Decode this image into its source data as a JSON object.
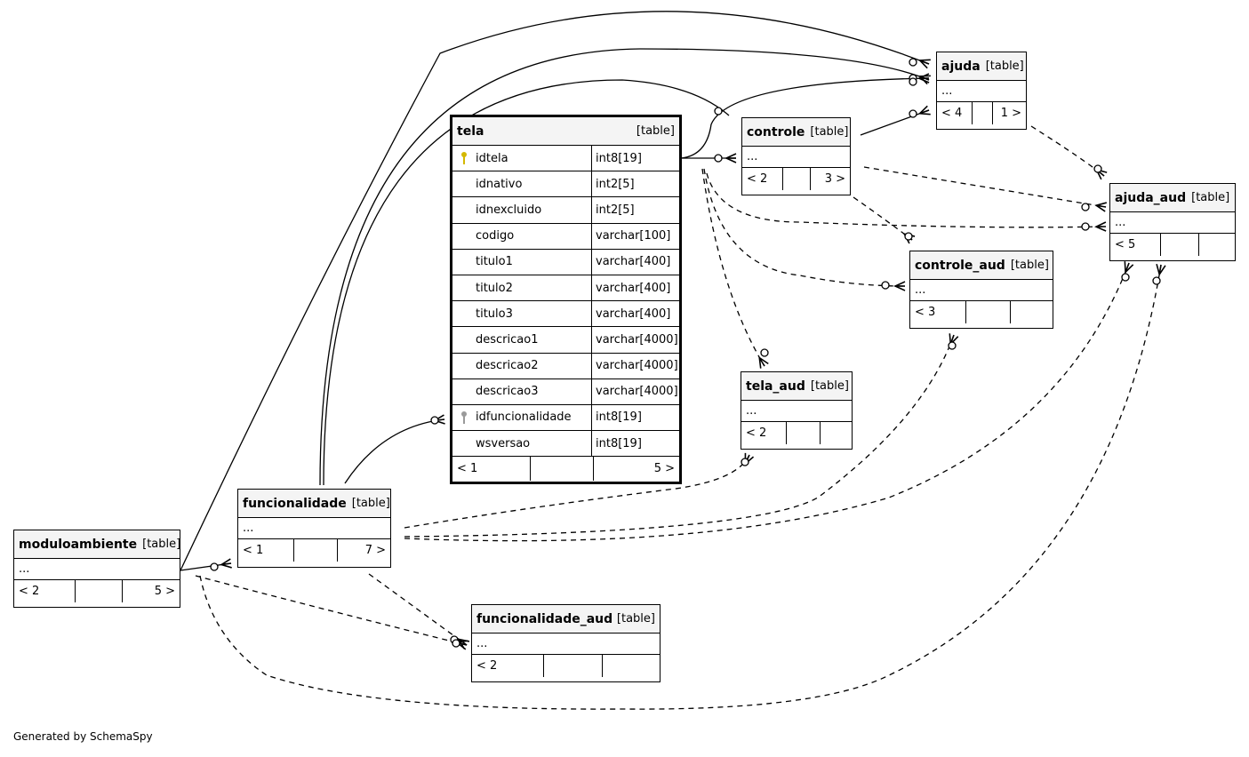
{
  "tela": {
    "name": "tela",
    "tag": "[table]",
    "columns": [
      {
        "name": "idtela",
        "type": "int8[19]",
        "key": "primary"
      },
      {
        "name": "idnativo",
        "type": "int2[5]",
        "key": ""
      },
      {
        "name": "idnexcluido",
        "type": "int2[5]",
        "key": ""
      },
      {
        "name": "codigo",
        "type": "varchar[100]",
        "key": ""
      },
      {
        "name": "titulo1",
        "type": "varchar[400]",
        "key": ""
      },
      {
        "name": "titulo2",
        "type": "varchar[400]",
        "key": ""
      },
      {
        "name": "titulo3",
        "type": "varchar[400]",
        "key": ""
      },
      {
        "name": "descricao1",
        "type": "varchar[4000]",
        "key": ""
      },
      {
        "name": "descricao2",
        "type": "varchar[4000]",
        "key": ""
      },
      {
        "name": "descricao3",
        "type": "varchar[4000]",
        "key": ""
      },
      {
        "name": "idfuncionalidade",
        "type": "int8[19]",
        "key": "foreign"
      },
      {
        "name": "wsversao",
        "type": "int8[19]",
        "key": ""
      }
    ],
    "parents": "< 1",
    "children": "5 >"
  },
  "ajuda": {
    "name": "ajuda",
    "tag": "[table]",
    "dots": "...",
    "parents": "< 4",
    "children": "1 >"
  },
  "controle": {
    "name": "controle",
    "tag": "[table]",
    "dots": "...",
    "parents": "< 2",
    "children": "3 >"
  },
  "ajuda_aud": {
    "name": "ajuda_aud",
    "tag": "[table]",
    "dots": "...",
    "parents": "< 5",
    "children": ""
  },
  "controle_aud": {
    "name": "controle_aud",
    "tag": "[table]",
    "dots": "...",
    "parents": "< 3",
    "children": ""
  },
  "tela_aud": {
    "name": "tela_aud",
    "tag": "[table]",
    "dots": "...",
    "parents": "< 2",
    "children": ""
  },
  "funcionalidade": {
    "name": "funcionalidade",
    "tag": "[table]",
    "dots": "...",
    "parents": "< 1",
    "children": "7 >"
  },
  "moduloambiente": {
    "name": "moduloambiente",
    "tag": "[table]",
    "dots": "...",
    "parents": "< 2",
    "children": "5 >"
  },
  "funcionalidade_aud": {
    "name": "funcionalidade_aud",
    "tag": "[table]",
    "dots": "...",
    "parents": "< 2",
    "children": ""
  },
  "colors": {
    "primary_key": "#d4b800",
    "foreign_key": "#9a9a9a",
    "header_bg": "#f4f4f4",
    "line": "#000000"
  },
  "footer": {
    "credit": "Generated by SchemaSpy"
  }
}
